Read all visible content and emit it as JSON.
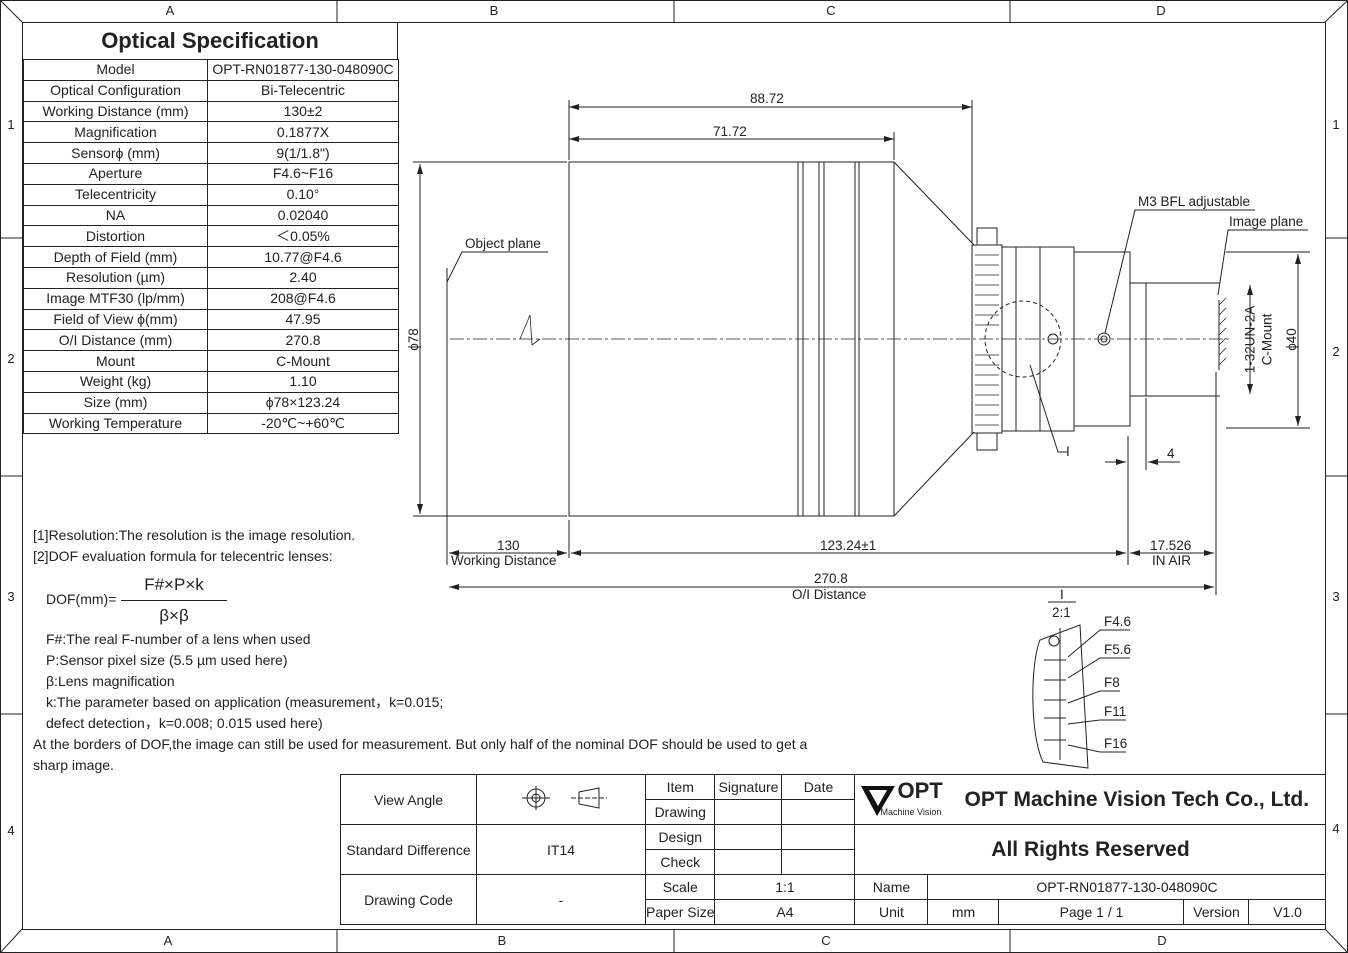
{
  "zones": {
    "columns": [
      "A",
      "B",
      "C",
      "D"
    ],
    "rows": [
      "1",
      "2",
      "3",
      "4"
    ]
  },
  "spec": {
    "title": "Optical Specification",
    "rows": [
      {
        "label": "Model",
        "value": "OPT-RN01877-130-048090C"
      },
      {
        "label": "Optical Configuration",
        "value": "Bi-Telecentric"
      },
      {
        "label": "Working Distance (mm)",
        "value": "130±2"
      },
      {
        "label": "Magnification",
        "value": "0.1877X"
      },
      {
        "label": "Sensorϕ (mm)",
        "value": "9(1/1.8\")"
      },
      {
        "label": "Aperture",
        "value": "F4.6~F16"
      },
      {
        "label": "Telecentricity",
        "value": "0.10°"
      },
      {
        "label": "NA",
        "value": "0.02040"
      },
      {
        "label": "Distortion",
        "value": "＜0.05%"
      },
      {
        "label": "Depth of Field (mm)",
        "value": "10.77@F4.6"
      },
      {
        "label": "Resolution (µm)",
        "value": "2.40"
      },
      {
        "label": "Image MTF30 (lp/mm)",
        "value": "208@F4.6"
      },
      {
        "label": "Field of View ϕ(mm)",
        "value": "47.95"
      },
      {
        "label": "O/I Distance (mm)",
        "value": "270.8"
      },
      {
        "label": "Mount",
        "value": "C-Mount"
      },
      {
        "label": "Weight (kg)",
        "value": "1.10"
      },
      {
        "label": "Size (mm)",
        "value": "ϕ78×123.24"
      },
      {
        "label": "Working Temperature",
        "value": "-20℃~+60℃"
      }
    ]
  },
  "notes": {
    "n1": "[1]Resolution:The resolution is  the image resolution.",
    "n2": "[2]DOF evaluation formula for telecentric lenses:",
    "formula_lhs": "DOF(mm)=",
    "formula_num": "F#×P×k",
    "formula_den": "β×β",
    "d1": "F#:The real F-number of a lens when used",
    "d2": "P:Sensor pixel size (5.5 µm used here)",
    "d3": "β:Lens magnification",
    "d4": "k:The parameter based on application (measurement，k=0.015;",
    "d5": "defect detection，k=0.008; 0.015 used here)",
    "d6": "At the borders of DOF,the image can still be used for measurement. But only half of the nominal DOF should be used to get a",
    "d7": "sharp image."
  },
  "drawing": {
    "dim_total": "88.72",
    "dim_body": "71.72",
    "dia_78": "ϕ78",
    "dia_40": "ϕ40",
    "object_plane": "Object plane",
    "m3": "M3 BFL adjustable",
    "image_plane": "Image plane",
    "thread": "1-32UN-2A",
    "cmount": "C-Mount",
    "detail_callout": "I",
    "dim_4": "4",
    "wd_value": "130",
    "wd_label": "Working Distance",
    "len_value": "123.24±1",
    "bfl_value": "17.526",
    "bfl_label": "IN AIR",
    "oi_value": "270.8",
    "oi_label": "O/I Distance",
    "detail_title": "I",
    "detail_scale": "2:1",
    "f_stops": [
      "F4.6",
      "F5.6",
      "F8",
      "F11",
      "F16"
    ]
  },
  "titleblock": {
    "view_angle": "View Angle",
    "std_diff": "Standard Difference",
    "std_value": "IT14",
    "drawing_code": "Drawing Code",
    "code_value": "-",
    "item": "Item",
    "signature": "Signature",
    "date": "Date",
    "drawing": "Drawing",
    "design": "Design",
    "check": "Check",
    "scale": "Scale",
    "scale_value": "1:1",
    "paper": "Paper Size",
    "paper_value": "A4",
    "logo_text": "OPT",
    "logo_sub": "Machine Vision",
    "company": "OPT Machine Vision Tech Co., Ltd.",
    "rights": "All Rights Reserved",
    "name": "Name",
    "name_value": "OPT-RN01877-130-048090C",
    "unit": "Unit",
    "unit_value": "mm",
    "page": "Page  1 / 1",
    "version": "Version",
    "version_value": "V1.0"
  }
}
